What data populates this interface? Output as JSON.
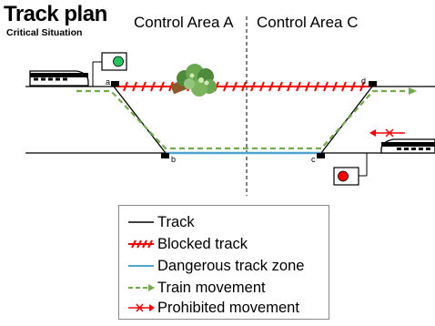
{
  "header": {
    "title": "Track plan",
    "subtitle": "Critical Situation"
  },
  "areas": {
    "left": "Control Area A",
    "separator": "|",
    "right": "Control Area C"
  },
  "switch_labels": {
    "a": "a",
    "b": "b",
    "c": "c",
    "d": "d"
  },
  "signals": {
    "top_left_color": "#22c55e",
    "bottom_right_color": "#ff0000"
  },
  "colors": {
    "track": "#000000",
    "blocked": "#ff0000",
    "danger_zone": "#4fa3cf",
    "train_movement": "#70ad47",
    "prohibited": "#ff0000",
    "tree_green": "#6aa84f",
    "trunk_brown": "#8b5a2b"
  },
  "legend": {
    "items": [
      {
        "key": "track",
        "label": "Track"
      },
      {
        "key": "blocked",
        "label": "Blocked track"
      },
      {
        "key": "danger",
        "label": "Dangerous track zone"
      },
      {
        "key": "movement",
        "label": "Train movement"
      },
      {
        "key": "prohibited",
        "label": "Prohibited movement"
      }
    ]
  }
}
